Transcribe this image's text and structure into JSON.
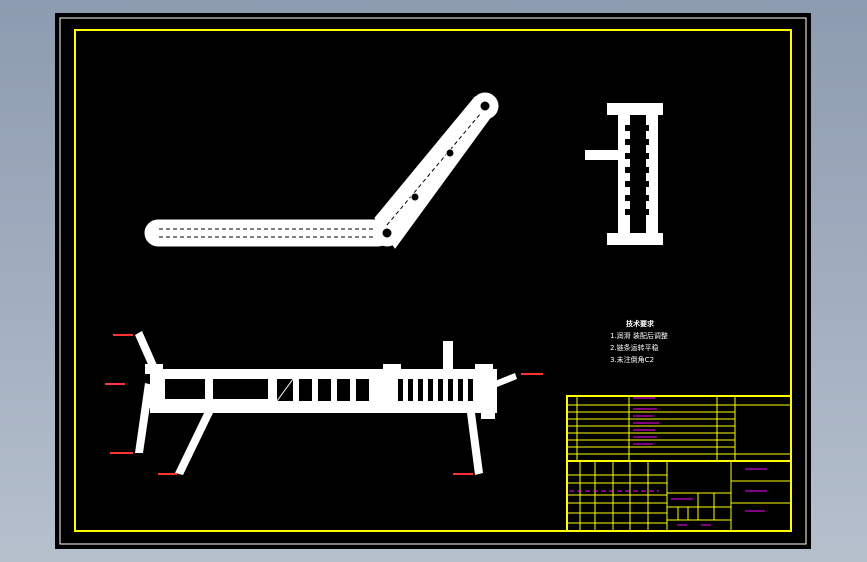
{
  "drawing": {
    "background": "#000000",
    "frame_color": "#ffff00",
    "part_color": "#ffffff",
    "dim_color": "#ff0000",
    "text_color": "#ff00ff"
  },
  "notes": {
    "title": "技术要求",
    "items": [
      "1.润滑  装配后调整",
      "2.链条运转平稳",
      "3.未注倒角C2"
    ]
  }
}
